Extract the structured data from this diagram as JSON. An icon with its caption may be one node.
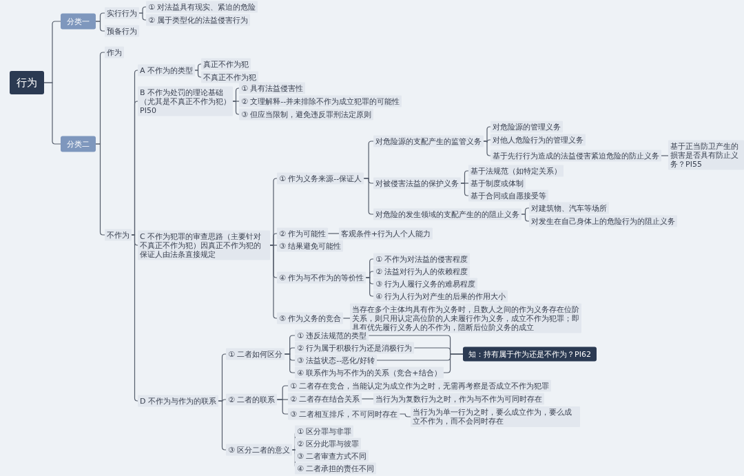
{
  "diagram": {
    "nodes": [
      {
        "text": [
          "行为"
        ]
      },
      {
        "text": [
          "分类一"
        ]
      },
      {
        "text": [
          "分类二"
        ]
      },
      {
        "text": [
          "实行行为"
        ]
      },
      {
        "text": [
          "预备行为"
        ]
      },
      {
        "text": [
          "① 对法益具有现实、紧迫的危险"
        ]
      },
      {
        "text": [
          "② 属于类型化的法益侵害行为"
        ]
      },
      {
        "text": [
          "作为"
        ]
      },
      {
        "text": [
          "不作为"
        ]
      },
      {
        "text": [
          "A 不作为的类型"
        ]
      },
      {
        "text": [
          "B 不作为处罚的理论基础（尤其是不真正不作为犯）PI50"
        ]
      },
      {
        "text": [
          "C 不作为犯罪的审查思路（主要针对不真正不作为犯）因真正不作为犯的保证人由法条直接规定"
        ]
      },
      {
        "text": [
          "D 不作为与作为的联系"
        ]
      },
      {
        "text": [
          "真正不作为犯"
        ]
      },
      {
        "text": [
          "不真正不作为犯"
        ]
      },
      {
        "text": [
          "① 具有法益侵害性"
        ]
      },
      {
        "text": [
          "② 文理解释--并未排除不作为成立犯罪的可能性"
        ]
      },
      {
        "text": [
          "③ 但应当限制，避免违反罪刑法定原则"
        ]
      },
      {
        "text": [
          "① 作为义务来源--保证人"
        ]
      },
      {
        "text": [
          "② 作为可能性"
        ]
      },
      {
        "text": [
          "客观条件+行为人个人能力"
        ]
      },
      {
        "text": [
          "③ 结果避免可能性"
        ]
      },
      {
        "text": [
          "④ 作为与不作为的等价性"
        ]
      },
      {
        "text": [
          "⑤ 作为义务的竞合"
        ]
      },
      {
        "text": [
          "当存在多个主体均具有作为义务时，且数人之间的作为义务存在位阶关系，则只用认定高位阶的人未履行作为义务，成立不作为犯罪；即具有优先履行义务人的不作为，阻断后位阶义务的成立"
        ]
      },
      {
        "text": [
          "对危险源的支配产生的监管义务"
        ]
      },
      {
        "text": [
          "对被侵害法益的保护义务"
        ]
      },
      {
        "text": [
          "对危险的发生领域的支配产生的的阻止义务"
        ]
      },
      {
        "text": [
          "对危险源的管理义务"
        ]
      },
      {
        "text": [
          "对他人危险行为的管理义务"
        ]
      },
      {
        "text": [
          "基于先行行为造成的法益侵害紧迫危险的防止义务"
        ]
      },
      {
        "text": [
          "基于正当防卫产生的损害是否具有防止义务？PI55"
        ]
      },
      {
        "text": [
          "基于法规范（如特定关系）"
        ]
      },
      {
        "text": [
          "基于制度或体制"
        ]
      },
      {
        "text": [
          "基于合同或自愿接受等"
        ]
      },
      {
        "text": [
          "对建筑物、汽车等场所"
        ]
      },
      {
        "text": [
          "对发生在自己身体上的危险行为的阻止义务"
        ]
      },
      {
        "text": [
          "① 不作为对法益的侵害程度"
        ]
      },
      {
        "text": [
          "② 法益对行为人的依赖程度"
        ]
      },
      {
        "text": [
          "③ 行为人履行义务的难易程度"
        ]
      },
      {
        "text": [
          "④ 行为人行为对产生的后果的作用大小"
        ]
      },
      {
        "text": [
          "① 二者如何区分"
        ]
      },
      {
        "text": [
          "② 二者的联系"
        ]
      },
      {
        "text": [
          "③ 区分二者的意义"
        ]
      },
      {
        "text": [
          "① 违反法规范的类型"
        ]
      },
      {
        "text": [
          "② 行为属于积极行为还是消极行为"
        ]
      },
      {
        "text": [
          "③ 法益状态--恶化/好转"
        ]
      },
      {
        "text": [
          "④ 联系作为与不作为的关系（竞合+结合）"
        ]
      },
      {
        "text": [
          "知：持有属于作为还是不作为？PI62"
        ]
      },
      {
        "text": [
          "① 二者存在竞合，当能认定为成立作为之时，无需再考察是否成立不作为犯罪"
        ]
      },
      {
        "text": [
          "② 二者存在结合关系"
        ]
      },
      {
        "text": [
          "当行为为复数行为之时，作为与不作为可同时存在"
        ]
      },
      {
        "text": [
          "③ 二者相互排斥，不可同时存在"
        ]
      },
      {
        "text": [
          "当行为为单一行为之时，要么成立作为，要么成立不作为，而不会同时存在"
        ]
      },
      {
        "text": [
          "① 区分罪与非罪"
        ]
      },
      {
        "text": [
          "② 区分此罪与彼罪"
        ]
      },
      {
        "text": [
          "③ 二者审查方式不同"
        ]
      },
      {
        "text": [
          "④ 二者承担的责任不同"
        ]
      }
    ],
    "edges": [
      {
        "from": 0,
        "to": 1,
        "arrow": "none"
      },
      {
        "from": 0,
        "to": 2,
        "arrow": "none"
      },
      {
        "from": 1,
        "to": 3,
        "arrow": "none"
      },
      {
        "from": 1,
        "to": 4,
        "arrow": "none"
      },
      {
        "from": 3,
        "to": 5,
        "arrow": "none"
      },
      {
        "from": 3,
        "to": 6,
        "arrow": "none"
      },
      {
        "from": 2,
        "to": 7,
        "arrow": "none"
      },
      {
        "from": 2,
        "to": 8,
        "arrow": "none"
      },
      {
        "from": 8,
        "to": 9,
        "arrow": "none"
      },
      {
        "from": 8,
        "to": 10,
        "arrow": "none"
      },
      {
        "from": 8,
        "to": 11,
        "arrow": "none"
      },
      {
        "from": 8,
        "to": 12,
        "arrow": "none"
      },
      {
        "from": 9,
        "to": 13,
        "arrow": "none"
      },
      {
        "from": 9,
        "to": 14,
        "arrow": "none"
      },
      {
        "from": 10,
        "to": 15,
        "arrow": "none"
      },
      {
        "from": 10,
        "to": 16,
        "arrow": "none"
      },
      {
        "from": 10,
        "to": 17,
        "arrow": "none"
      },
      {
        "from": 11,
        "to": 18,
        "arrow": "none"
      },
      {
        "from": 11,
        "to": 19,
        "arrow": "none"
      },
      {
        "from": 11,
        "to": 21,
        "arrow": "none"
      },
      {
        "from": 11,
        "to": 22,
        "arrow": "none"
      },
      {
        "from": 11,
        "to": 23,
        "arrow": "none"
      },
      {
        "from": 19,
        "to": 20,
        "arrow": "none"
      },
      {
        "from": 23,
        "to": 24,
        "arrow": "none"
      },
      {
        "from": 18,
        "to": 25,
        "arrow": "none"
      },
      {
        "from": 18,
        "to": 26,
        "arrow": "none"
      },
      {
        "from": 18,
        "to": 27,
        "arrow": "none"
      },
      {
        "from": 25,
        "to": 28,
        "arrow": "none"
      },
      {
        "from": 25,
        "to": 29,
        "arrow": "none"
      },
      {
        "from": 25,
        "to": 30,
        "arrow": "none"
      },
      {
        "from": 30,
        "to": 31,
        "arrow": "none"
      },
      {
        "from": 26,
        "to": 32,
        "arrow": "none"
      },
      {
        "from": 26,
        "to": 33,
        "arrow": "none"
      },
      {
        "from": 26,
        "to": 34,
        "arrow": "none"
      },
      {
        "from": 27,
        "to": 35,
        "arrow": "none"
      },
      {
        "from": 27,
        "to": 36,
        "arrow": "none"
      },
      {
        "from": 22,
        "to": 37,
        "arrow": "none"
      },
      {
        "from": 22,
        "to": 38,
        "arrow": "none"
      },
      {
        "from": 22,
        "to": 39,
        "arrow": "none"
      },
      {
        "from": 22,
        "to": 40,
        "arrow": "none"
      },
      {
        "from": 12,
        "to": 41,
        "arrow": "none"
      },
      {
        "from": 12,
        "to": 42,
        "arrow": "none"
      },
      {
        "from": 12,
        "to": 43,
        "arrow": "none"
      },
      {
        "from": 41,
        "to": 44,
        "arrow": "none"
      },
      {
        "from": 41,
        "to": 45,
        "arrow": "none"
      },
      {
        "from": 41,
        "to": 46,
        "arrow": "none"
      },
      {
        "from": 41,
        "to": 47,
        "arrow": "none"
      },
      {
        "from": 44,
        "to": 48,
        "arrow": "none"
      },
      {
        "from": 45,
        "to": 48,
        "arrow": "none"
      },
      {
        "from": 46,
        "to": 48,
        "arrow": "none"
      },
      {
        "from": 47,
        "to": 48,
        "arrow": "none"
      },
      {
        "from": 42,
        "to": 49,
        "arrow": "none"
      },
      {
        "from": 42,
        "to": 50,
        "arrow": "none"
      },
      {
        "from": 42,
        "to": 52,
        "arrow": "none"
      },
      {
        "from": 50,
        "to": 51,
        "arrow": "none"
      },
      {
        "from": 52,
        "to": 53,
        "arrow": "none"
      },
      {
        "from": 43,
        "to": 54,
        "arrow": "none"
      },
      {
        "from": 43,
        "to": 55,
        "arrow": "none"
      },
      {
        "from": 43,
        "to": 56,
        "arrow": "none"
      },
      {
        "from": 43,
        "to": 57,
        "arrow": "none"
      }
    ]
  }
}
